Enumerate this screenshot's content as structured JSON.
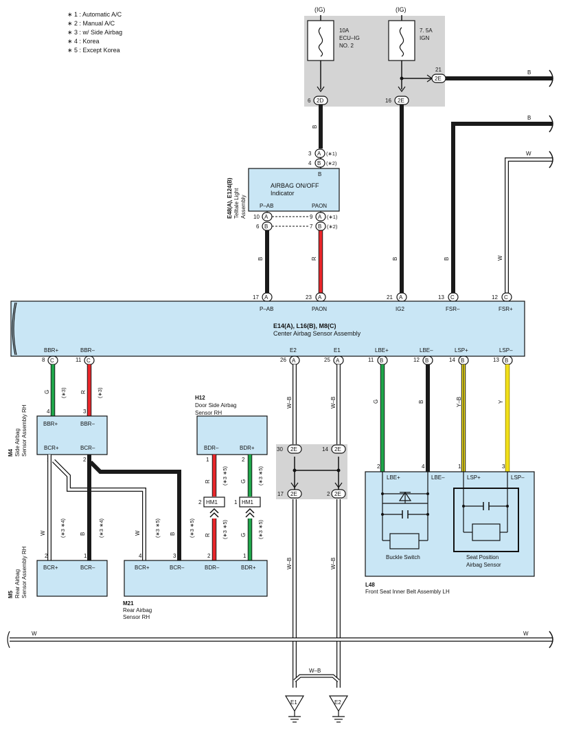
{
  "notes": [
    "∗ 1 : Automatic A/C",
    "∗ 2 : Manual A/C",
    "∗ 3 : w/ Side Airbag",
    "∗ 4 : Korea",
    "∗ 5 : Except Korea"
  ],
  "power": {
    "ig": "(IG)",
    "fuse1": {
      "a": "10A",
      "name1": "ECU–IG",
      "name2": "NO. 2"
    },
    "fuse2": {
      "a": "7. 5A",
      "name": "IGN"
    },
    "pins": {
      "p6": "6",
      "c2D": "2D",
      "p16": "16",
      "c2E": "2E",
      "p21": "21"
    }
  },
  "indicator": {
    "id": "E48(A), E124(B)",
    "name1": "Telltale Light",
    "name2": "Assembly",
    "title1": "AIRBAG ON/OFF",
    "title2": "Indicator",
    "b": "B",
    "pab": "P–AB",
    "paon": "PAON"
  },
  "center": {
    "id": "E14(A), L16(B), M8(C)",
    "name": "Center Airbag Sensor Assembly",
    "top_terms": [
      "P–AB",
      "PAON",
      "IG2",
      "FSR–",
      "FSR+"
    ],
    "bottom_terms": [
      "BBR+",
      "BBR–",
      "E2",
      "E1",
      "LBE+",
      "LBE–",
      "LSP+",
      "LSP–"
    ]
  },
  "m4": {
    "id": "M4",
    "name1": "Side Airbag",
    "name2": "Sensor Assembly RH",
    "t1": "BBR+",
    "t2": "BBR–",
    "t3": "BCR+",
    "t4": "BCR–"
  },
  "h12": {
    "id": "H12",
    "name1": "Door Side Airbag",
    "name2": "Sensor RH",
    "t1": "BDR–",
    "t2": "BDR+"
  },
  "m5": {
    "id": "M5",
    "name1": "Rear Airbag",
    "name2": "Sensor Assembly RH",
    "t1": "BCR+",
    "t2": "BCR–"
  },
  "m21": {
    "id": "M21",
    "name1": "Rear Airbag",
    "name2": "Sensor RH",
    "t1": "BCR+",
    "t2": "BCR–",
    "t3": "BDR–",
    "t4": "BDR+"
  },
  "l48": {
    "id": "L48",
    "name": "Front Seat Inner Belt Assembly LH",
    "t1": "LBE+",
    "t2": "LBE–",
    "t3": "LSP+",
    "t4": "LSP–",
    "buckle": "Buckle Switch",
    "seat1": "Seat Position",
    "seat2": "Airbag Sensor"
  },
  "grounds": {
    "e1": "E1",
    "e2": "E2"
  },
  "hm": "HM1",
  "wire_colors": {
    "B": "B",
    "R": "R",
    "W": "W",
    "G": "G",
    "Y": "Y",
    "WB": "W–B",
    "YB": "Y–B"
  },
  "colors": {
    "component_fill": "#c9e6f5",
    "junction_fill": "#d4d4d4",
    "wire_black": "#1a1a1a",
    "wire_red": "#e8262a",
    "wire_green": "#1fa64a",
    "wire_yellow": "#f2e01a",
    "wire_white": "#ffffff"
  }
}
